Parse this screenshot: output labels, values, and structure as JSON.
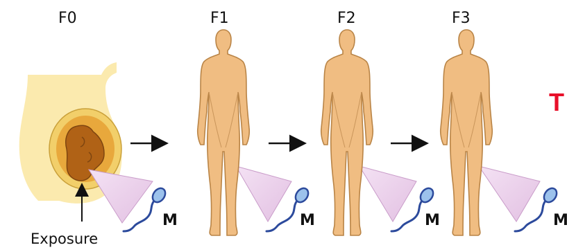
{
  "generations": [
    {
      "label": "F0"
    },
    {
      "label": "F1"
    },
    {
      "label": "F2"
    },
    {
      "label": "F3"
    }
  ],
  "sperm_label": "M",
  "exposure_label": "Exposure",
  "cut_off_letter": "T",
  "colors": {
    "skin": "#f0bd82",
    "skin_outline": "#b98446",
    "pregnant_body": "#fbeaae",
    "uterus": "#e8b650",
    "fetus": "#b86a1c",
    "sperm": "#2c4a9c",
    "sperm_head": "#9cc2ec",
    "zoom_cone": "#e6c6e6",
    "accent_red": "#e8102a"
  }
}
